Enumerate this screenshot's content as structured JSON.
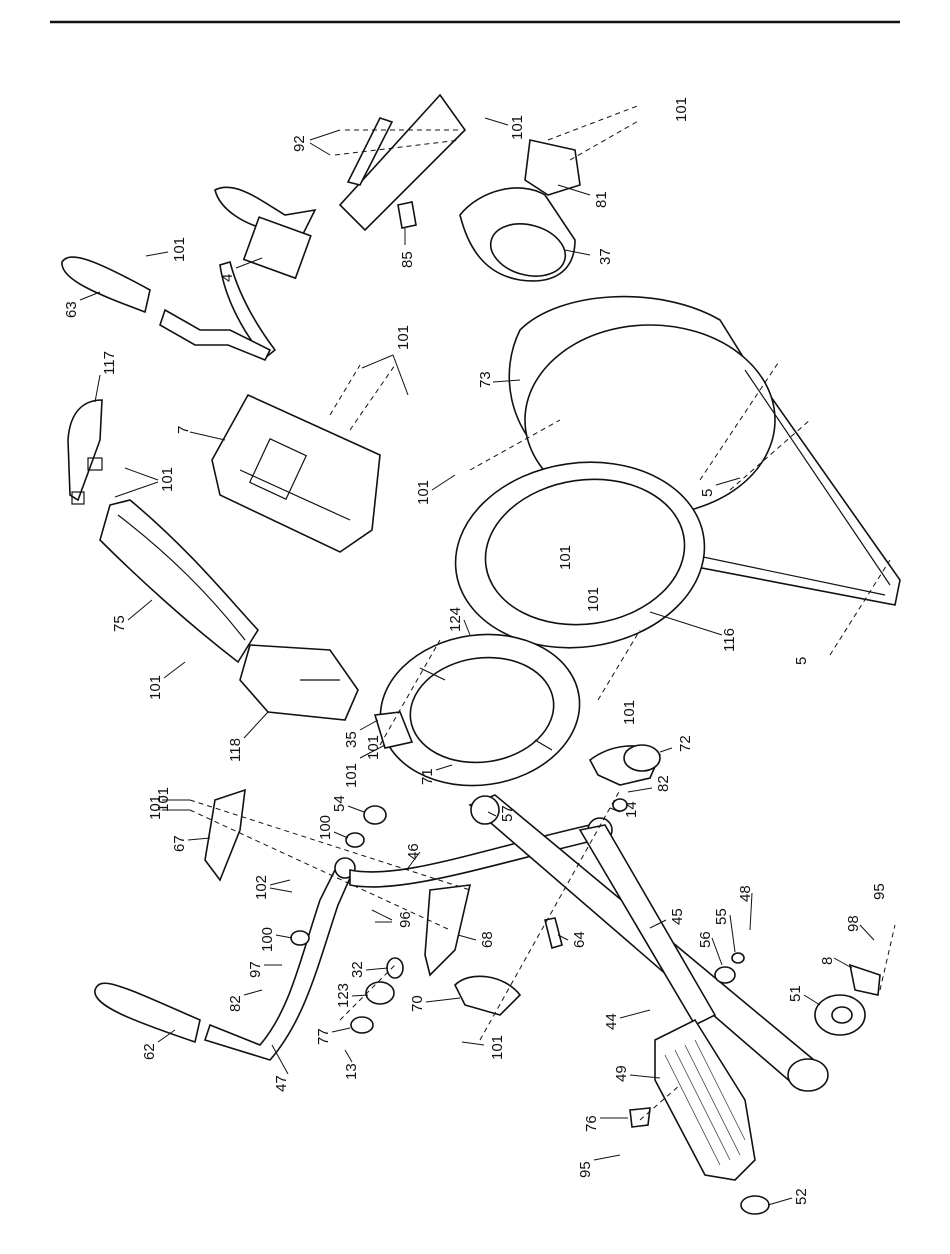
{
  "diagram": {
    "kind": "exploded-parts-view",
    "colors": {
      "line": "#111111",
      "background": "#ffffff"
    },
    "callouts": [
      "101",
      "92",
      "101",
      "101",
      "81",
      "85",
      "37",
      "4",
      "63",
      "101",
      "117",
      "101",
      "7",
      "73",
      "101",
      "101",
      "5",
      "75",
      "101",
      "101",
      "101",
      "116",
      "124",
      "5",
      "101",
      "118",
      "35",
      "101",
      "71",
      "101",
      "72",
      "82",
      "14",
      "101",
      "54",
      "57",
      "100",
      "46",
      "67",
      "102",
      "96",
      "45",
      "55",
      "48",
      "56",
      "95",
      "100",
      "68",
      "64",
      "97",
      "98",
      "8",
      "32",
      "82",
      "123",
      "51",
      "70",
      "44",
      "77",
      "13",
      "101",
      "62",
      "49",
      "47",
      "76",
      "95",
      "52"
    ]
  }
}
